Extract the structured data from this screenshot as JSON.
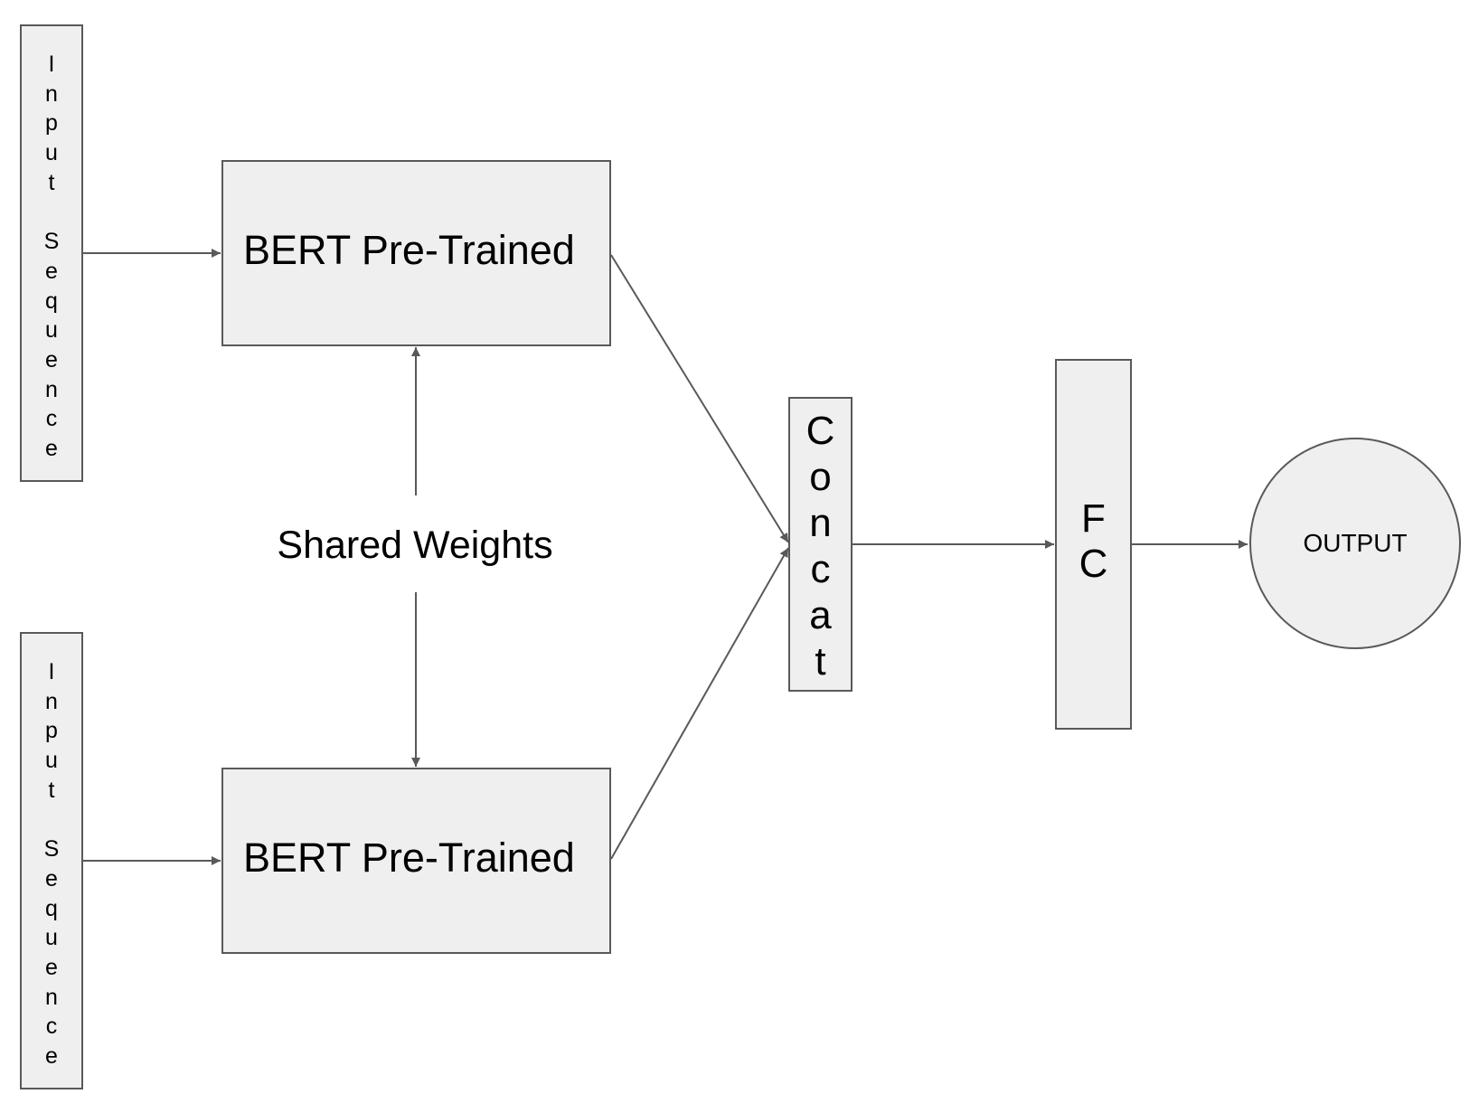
{
  "input_sequence_top": {
    "letters": [
      "I",
      "n",
      "p",
      "u",
      "t",
      "",
      "S",
      "e",
      "q",
      "u",
      "e",
      "n",
      "c",
      "e"
    ]
  },
  "input_sequence_bottom": {
    "letters": [
      "I",
      "n",
      "p",
      "u",
      "t",
      "",
      "S",
      "e",
      "q",
      "u",
      "e",
      "n",
      "c",
      "e"
    ]
  },
  "bert_top": {
    "label": "BERT Pre-Trained"
  },
  "bert_bottom": {
    "label": "BERT Pre-Trained"
  },
  "shared_weights": {
    "label": "Shared Weights"
  },
  "concat": {
    "letters": [
      "C",
      "o",
      "n",
      "c",
      "a",
      "t"
    ]
  },
  "fc": {
    "letters": [
      "F",
      "C"
    ]
  },
  "output": {
    "label": "OUTPUT"
  },
  "colors": {
    "node_fill": "#efefef",
    "node_stroke": "#595959",
    "edge": "#595959"
  }
}
